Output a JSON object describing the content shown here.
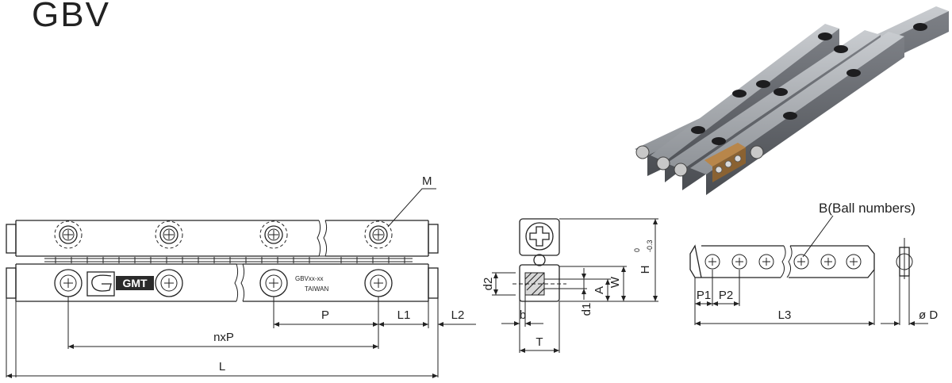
{
  "title": "GBV",
  "callouts": {
    "m": "M",
    "ball_numbers": "B(Ball numbers)"
  },
  "rail_markings": {
    "logo": "GMT",
    "model_code": "GBVxx-xx",
    "origin": "TAIWAN"
  },
  "front_dims": {
    "p": "P",
    "l1": "L1",
    "l2": "L2",
    "nxp": "nxP",
    "l": "L"
  },
  "section_dims": {
    "d2": "d2",
    "b": "b",
    "d1": "d1",
    "a": "A",
    "w": "W",
    "h": "H",
    "h_tol_upper": "0",
    "h_tol_lower": "-0.3",
    "t": "T"
  },
  "cage_dims": {
    "p1": "P1",
    "p2": "P2",
    "l3": "L3",
    "d": "ø D"
  },
  "colors": {
    "line": "#222222",
    "rail_photo": "#8a8d92",
    "cage_photo": "#b8864a"
  }
}
